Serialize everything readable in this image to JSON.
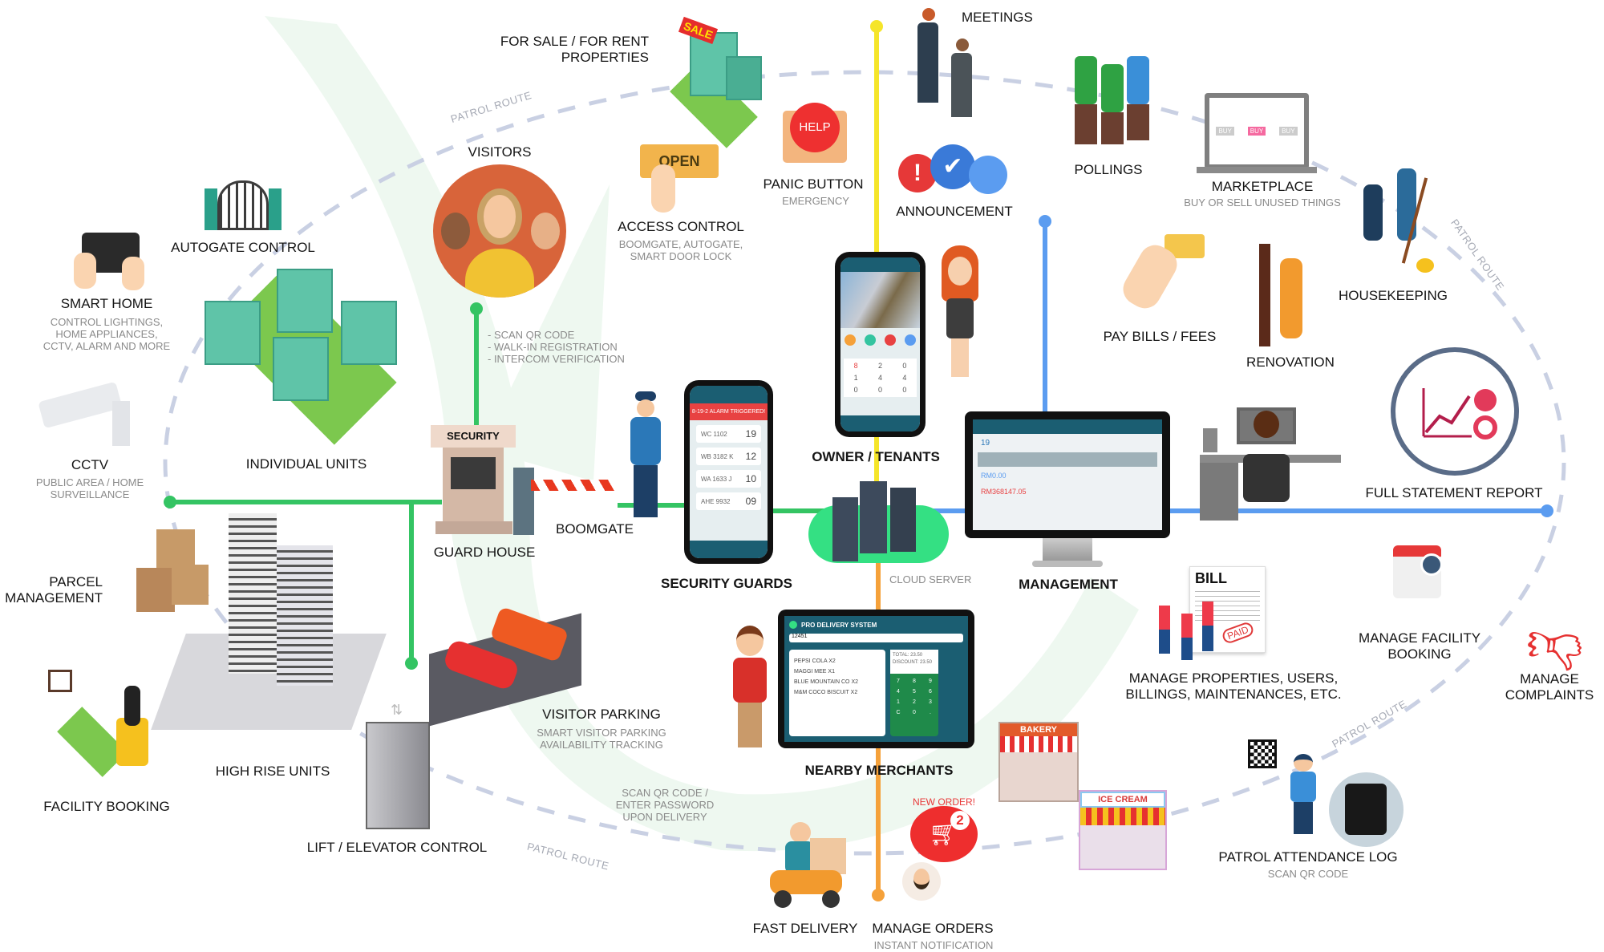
{
  "patrol_route_label": "PATROL ROUTE",
  "labels": {
    "for_sale": [
      "FOR SALE / FOR RENT",
      "PROPERTIES"
    ],
    "sale_sign": "SALE",
    "meetings": "MEETINGS",
    "visitors": "VISITORS",
    "panic_button": "PANIC BUTTON",
    "panic_sub": "EMERGENCY",
    "help": "HELP",
    "open": "OPEN",
    "access_control": "ACCESS CONTROL",
    "access_sub": [
      "BOOMGATE, AUTOGATE,",
      "SMART DOOR LOCK"
    ],
    "autogate": "AUTOGATE CONTROL",
    "announcement": "ANNOUNCEMENT",
    "pollings": "POLLINGS",
    "marketplace": "MARKETPLACE",
    "marketplace_sub": "BUY OR SELL UNUSED  THINGS",
    "buy": "BUY",
    "smart_home": "SMART HOME",
    "smart_home_sub": [
      "CONTROL LIGHTINGS,",
      "HOME APPLIANCES,",
      "CCTV, ALARM AND MORE"
    ],
    "housekeeping": "HOUSEKEEPING",
    "pay_bills": "PAY BILLS / FEES",
    "renovation": "RENOVATION",
    "visitor_methods": [
      "- SCAN QR CODE",
      "- WALK-IN REGISTRATION",
      "- INTERCOM VERIFICATION"
    ],
    "owner_tenants": "OWNER / TENANTS",
    "cctv": "CCTV",
    "cctv_sub": [
      "PUBLIC AREA / HOME",
      "SURVEILLANCE"
    ],
    "individual_units": "INDIVIDUAL UNITS",
    "full_statement": "FULL STATEMENT REPORT",
    "security_sign": "SECURITY",
    "boomgate": "BOOMGATE",
    "guard_house": "GUARD HOUSE",
    "security_guards": "SECURITY GUARDS",
    "cloud_server": "CLOUD SERVER",
    "management": "MANAGEMENT",
    "parcel": [
      "PARCEL",
      "MANAGEMENT"
    ],
    "bill": "BILL",
    "paid": "PAID",
    "manage_facility": [
      "MANAGE FACILITY",
      "BOOKING"
    ],
    "manage_complaints": [
      "MANAGE",
      "COMPLAINTS"
    ],
    "manage_properties": [
      "MANAGE PROPERTIES, USERS,",
      "BILLINGS, MAINTENANCES, ETC."
    ],
    "visitor_parking": "VISITOR PARKING",
    "visitor_parking_sub": [
      "SMART VISITOR PARKING",
      "AVAILABILITY TRACKING"
    ],
    "high_rise": "HIGH RISE UNITS",
    "nearby_merchants": "NEARBY MERCHANTS",
    "facility_booking": "FACILITY BOOKING",
    "delivery_verify": [
      "SCAN QR CODE /",
      "ENTER PASSWORD",
      "UPON DELIVERY"
    ],
    "new_order": "NEW ORDER!",
    "order_count": "2",
    "lift": "LIFT / ELEVATOR CONTROL",
    "patrol_log": "PATROL ATTENDANCE LOG",
    "patrol_log_sub": "SCAN QR CODE",
    "fast_delivery": "FAST DELIVERY",
    "manage_orders": "MANAGE ORDERS",
    "manage_orders_sub": "INSTANT NOTIFICATION",
    "bakery": "BAKERY",
    "ice_cream": "ICE CREAM"
  },
  "guard_phone": {
    "alert": "8-19-2 ALARM TRIGGERED!",
    "rows": [
      {
        "plate": "WC 1102",
        "count": "19"
      },
      {
        "plate": "WB 3182 K",
        "count": "12"
      },
      {
        "plate": "WA 1633 J",
        "count": "10"
      },
      {
        "plate": "AHE 9932",
        "count": "09"
      }
    ]
  },
  "tenant_phone": {
    "stats": [
      "8",
      "2",
      "0",
      "1",
      "4",
      "4",
      "0",
      "0",
      "0"
    ]
  },
  "merchant_tablet": {
    "title": "PRO DELIVERY SYSTEM",
    "search": "12451",
    "items": [
      {
        "name": "PEPSI COLA",
        "qty": "X2"
      },
      {
        "name": "MAGGI MEE",
        "qty": "X1"
      },
      {
        "name": "BLUE MOUNTAIN CO",
        "qty": "X2"
      },
      {
        "name": "M&M COCO BISCUIT",
        "qty": "X2"
      }
    ],
    "total": "TOTAL: 23.50",
    "discount": "DISCOUNT: 23.50",
    "keys": [
      "7",
      "8",
      "9",
      "4",
      "5",
      "6",
      "1",
      "2",
      "3",
      "C",
      "0",
      "."
    ]
  },
  "management_screen": {
    "highlight": "RM368147.05",
    "balance": "RM0.00",
    "count": "19"
  },
  "colors": {
    "green": "#34c463",
    "yellow": "#f5e52a",
    "blue": "#5b9cf0",
    "orange": "#f5a13a",
    "route": "#c9d0e3",
    "teal": "#1b5e72"
  }
}
